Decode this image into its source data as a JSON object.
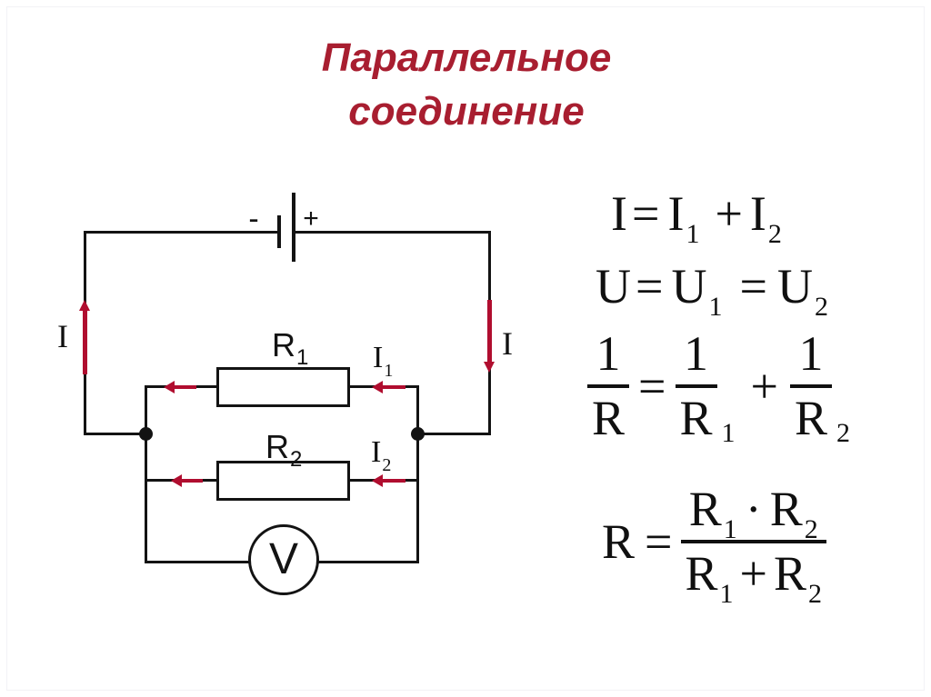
{
  "colors": {
    "title-red": "#a81e30",
    "arrow-red": "#b00d2f",
    "wire": "#131313",
    "ink": "#101010"
  },
  "title": {
    "line1": "Параллельное",
    "line2": "соединение"
  },
  "circuit": {
    "battery": {
      "minus": "-",
      "plus": "+"
    },
    "current_main": {
      "left": "I",
      "right": "I"
    },
    "resistors": [
      {
        "base": "R",
        "sub": "1"
      },
      {
        "base": "R",
        "sub": "2"
      }
    ],
    "branch_currents": [
      {
        "base": "I",
        "sub": "1"
      },
      {
        "base": "I",
        "sub": "2"
      }
    ],
    "voltmeter": "V"
  },
  "formulas": {
    "current": {
      "lhs": "I",
      "eq": "=",
      "t1": "I",
      "t1_sub": "1",
      "plus": "+",
      "t2": "I",
      "t2_sub": "2"
    },
    "voltage": {
      "lhs": "U",
      "eq1": "=",
      "t1": "U",
      "t1_sub": "1",
      "eq2": "=",
      "t2": "U",
      "t2_sub": "2"
    },
    "reciprocal": {
      "f1_num": "1",
      "f1_den": "R",
      "eq": "=",
      "f2_num": "1",
      "f2_den": "R",
      "f2_sub": "1",
      "plus": "+",
      "f3_num": "1",
      "f3_den": "R",
      "f3_sub": "2"
    },
    "equivalent": {
      "lhs": "R",
      "eq": "=",
      "num_r1": "R",
      "num_r1_sub": "1",
      "dot": "·",
      "num_r2": "R",
      "num_r2_sub": "2",
      "den_r1": "R",
      "den_r1_sub": "1",
      "plus": "+",
      "den_r2": "R",
      "den_r2_sub": "2"
    }
  }
}
